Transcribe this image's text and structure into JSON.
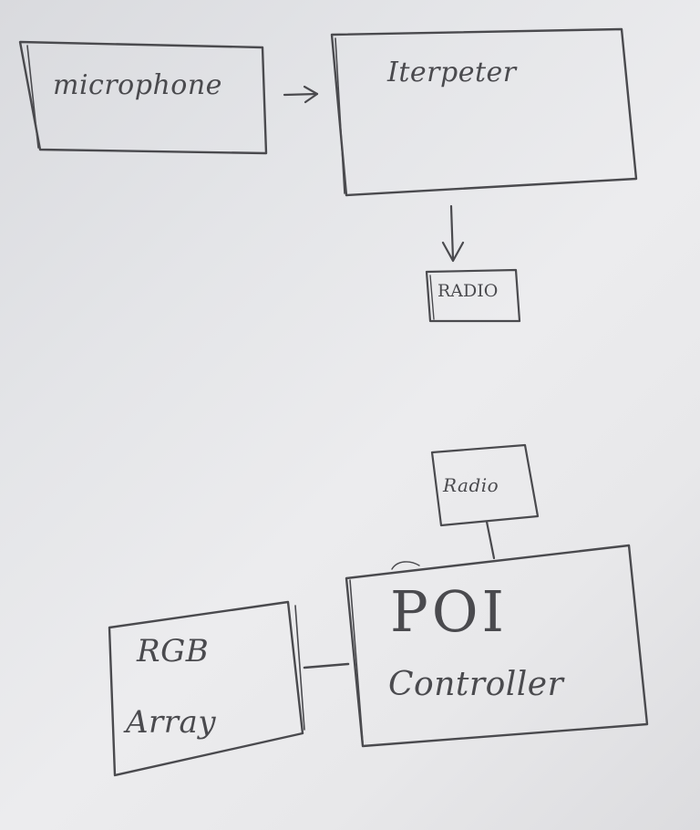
{
  "diagram": {
    "nodes": {
      "microphone": "microphone",
      "interpreter": "Iterpeter",
      "radio_top": "RADIO",
      "radio_bottom": "Radio",
      "poi": "POI",
      "controller": "Controller",
      "rgb": "RGB",
      "array": "Array"
    },
    "edges": [
      {
        "from": "microphone",
        "to": "interpreter",
        "type": "arrow"
      },
      {
        "from": "interpreter",
        "to": "radio_top",
        "type": "arrow"
      },
      {
        "from": "radio_bottom",
        "to": "poi_controller",
        "type": "line"
      },
      {
        "from": "poi_controller",
        "to": "rgb_array",
        "type": "line"
      }
    ],
    "colors": {
      "paper": "#e6e6e9",
      "pencil": "#4a4a4e"
    }
  }
}
